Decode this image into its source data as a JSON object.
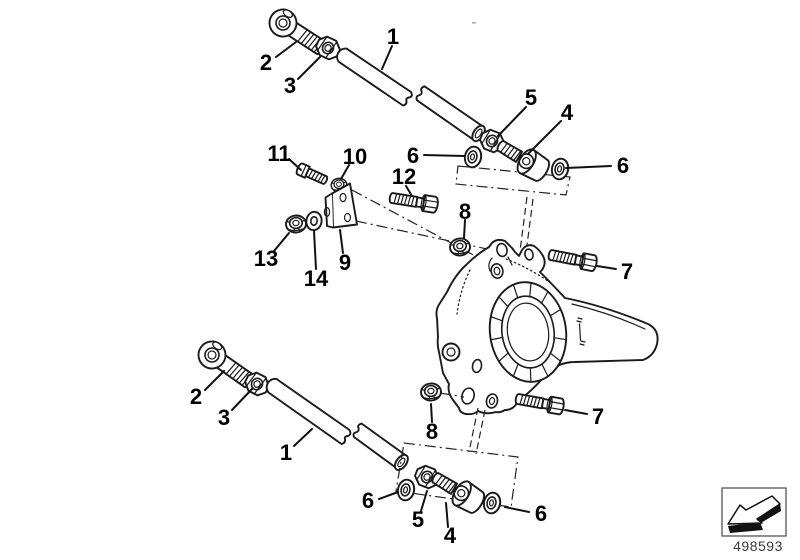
{
  "diagram": {
    "type": "exploded-parts-diagram",
    "background_color": "#ffffff",
    "line_color": "#1a1a1a",
    "callouts": [
      {
        "label": "2"
      },
      {
        "label": "3"
      },
      {
        "label": "1"
      },
      {
        "label": "5"
      },
      {
        "label": "4"
      },
      {
        "label": "6"
      },
      {
        "label": "6"
      },
      {
        "label": "11"
      },
      {
        "label": "10"
      },
      {
        "label": "12"
      },
      {
        "label": "8"
      },
      {
        "label": "7"
      },
      {
        "label": "13"
      },
      {
        "label": "14"
      },
      {
        "label": "9"
      },
      {
        "label": "2"
      },
      {
        "label": "3"
      },
      {
        "label": "1"
      },
      {
        "label": "8"
      },
      {
        "label": "7"
      },
      {
        "label": "6"
      },
      {
        "label": "5"
      },
      {
        "label": "4"
      },
      {
        "label": "6"
      }
    ],
    "stamp": {
      "part_number": "498593",
      "icon": "direction-arrow-icon"
    }
  }
}
